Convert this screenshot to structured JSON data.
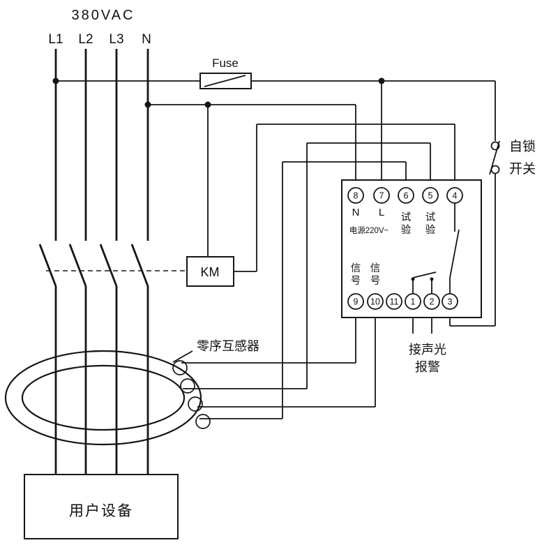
{
  "diagram": {
    "supply_label": "380VAC",
    "phase_labels": [
      "L1",
      "L2",
      "L3",
      "N"
    ],
    "fuse_label": "Fuse",
    "contactor_label": "KM",
    "latch_switch_label": [
      "自锁",
      "开关"
    ],
    "ct_label": "零序互感器",
    "alarm_label": [
      "接声光",
      "报警"
    ],
    "load_label": "用户设备",
    "relay": {
      "top_terminals": [
        "8",
        "7",
        "6",
        "5",
        "4"
      ],
      "bottom_terminals": [
        "9",
        "10",
        "11",
        "1",
        "2",
        "3"
      ],
      "neutral_label": "N",
      "line_label": "L",
      "power_label": "电源220V~",
      "test_label_chars": [
        "试",
        "验"
      ],
      "signal_label_chars": [
        "信",
        "号"
      ]
    }
  }
}
